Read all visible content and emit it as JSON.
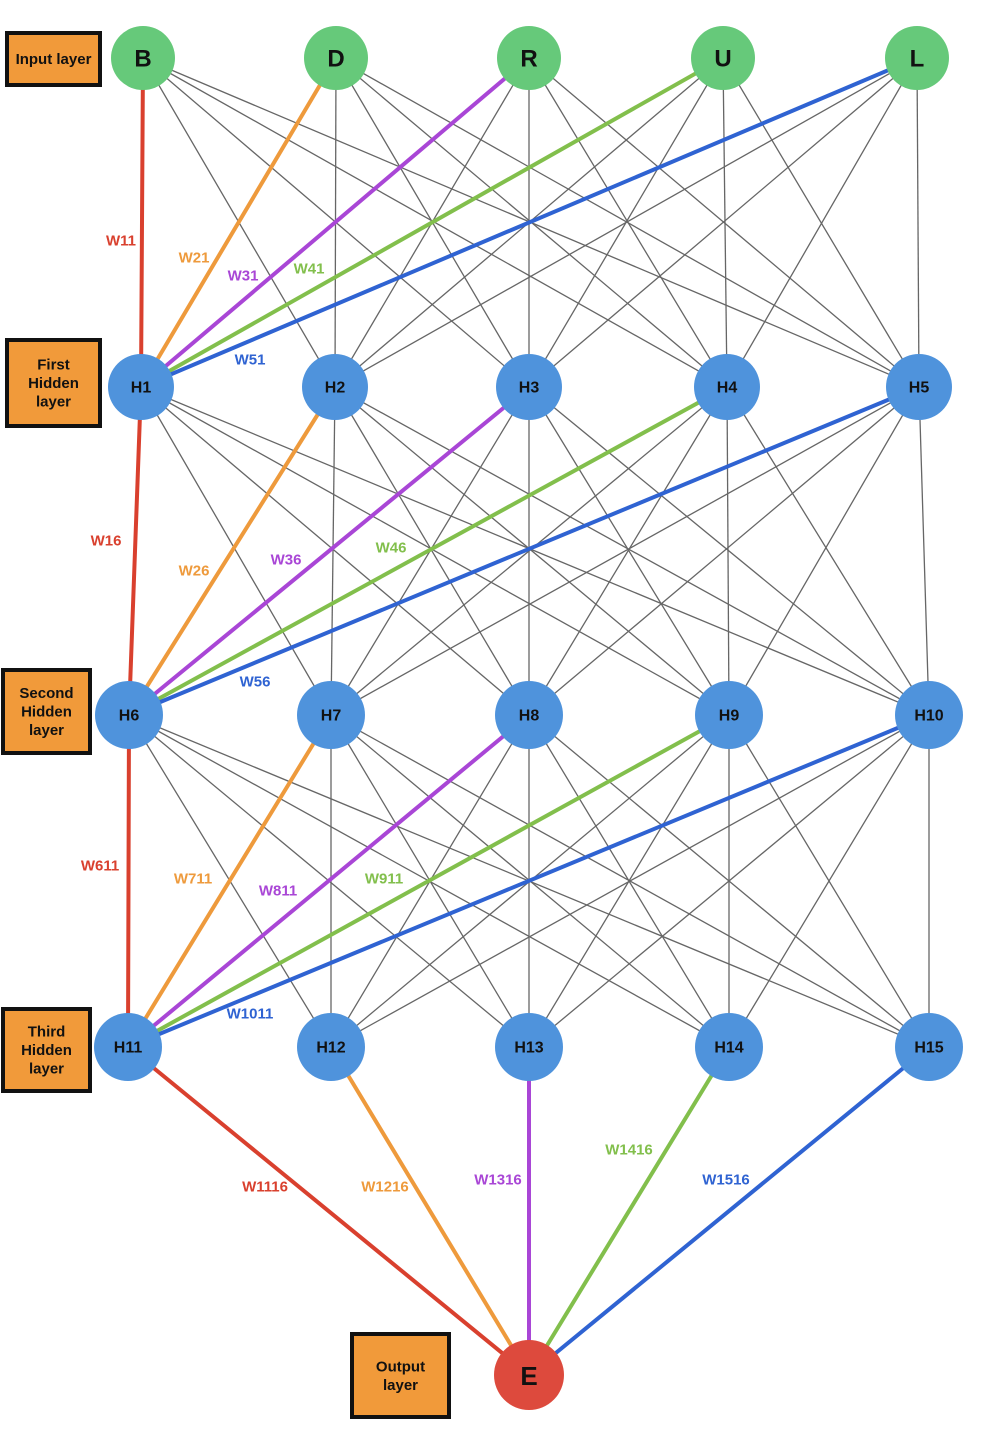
{
  "colors": {
    "input_node": "#66c97a",
    "hidden_node": "#4f93dc",
    "output_node": "#dd4a3d",
    "edge": "#666666",
    "label_box": "#f19a3a",
    "label_border": "#111111",
    "red": "#d9402e",
    "orange": "#ee9a3c",
    "purple": "#a946d6",
    "green": "#82bf4c",
    "blue": "#2f63d2"
  },
  "layer_labels": [
    {
      "id": "input",
      "lines": [
        "Input layer"
      ]
    },
    {
      "id": "hidden1",
      "lines": [
        "First",
        "Hidden",
        "layer"
      ]
    },
    {
      "id": "hidden2",
      "lines": [
        "Second",
        "Hidden",
        "layer"
      ]
    },
    {
      "id": "hidden3",
      "lines": [
        "Third",
        "Hidden",
        "layer"
      ]
    },
    {
      "id": "output",
      "lines": [
        "Output",
        "layer"
      ]
    }
  ],
  "nodes": {
    "input": [
      "B",
      "D",
      "R",
      "U",
      "L"
    ],
    "hidden1": [
      "H1",
      "H2",
      "H3",
      "H4",
      "H5"
    ],
    "hidden2": [
      "H6",
      "H7",
      "H8",
      "H9",
      "H10"
    ],
    "hidden3": [
      "H11",
      "H12",
      "H13",
      "H14",
      "H15"
    ],
    "output": [
      "E"
    ]
  },
  "highlighted_edges": [
    {
      "from": "B",
      "to": "H1",
      "color": "red",
      "label": "W11"
    },
    {
      "from": "D",
      "to": "H1",
      "color": "orange",
      "label": "W21"
    },
    {
      "from": "R",
      "to": "H1",
      "color": "purple",
      "label": "W31"
    },
    {
      "from": "U",
      "to": "H1",
      "color": "green",
      "label": "W41"
    },
    {
      "from": "L",
      "to": "H1",
      "color": "blue",
      "label": "W51"
    },
    {
      "from": "H1",
      "to": "H6",
      "color": "red",
      "label": "W16"
    },
    {
      "from": "H2",
      "to": "H6",
      "color": "orange",
      "label": "W26"
    },
    {
      "from": "H3",
      "to": "H6",
      "color": "purple",
      "label": "W36"
    },
    {
      "from": "H4",
      "to": "H6",
      "color": "green",
      "label": "W46"
    },
    {
      "from": "H5",
      "to": "H6",
      "color": "blue",
      "label": "W56"
    },
    {
      "from": "H6",
      "to": "H11",
      "color": "red",
      "label": "W611"
    },
    {
      "from": "H7",
      "to": "H11",
      "color": "orange",
      "label": "W711"
    },
    {
      "from": "H8",
      "to": "H11",
      "color": "purple",
      "label": "W811"
    },
    {
      "from": "H9",
      "to": "H11",
      "color": "green",
      "label": "W911"
    },
    {
      "from": "H10",
      "to": "H11",
      "color": "blue",
      "label": "W1011"
    },
    {
      "from": "H11",
      "to": "E",
      "color": "red",
      "label": "W1116"
    },
    {
      "from": "H12",
      "to": "E",
      "color": "orange",
      "label": "W1216"
    },
    {
      "from": "H13",
      "to": "E",
      "color": "purple",
      "label": "W1316"
    },
    {
      "from": "H14",
      "to": "E",
      "color": "green",
      "label": "W1416"
    },
    {
      "from": "H15",
      "to": "E",
      "color": "blue",
      "label": "W1516"
    }
  ]
}
